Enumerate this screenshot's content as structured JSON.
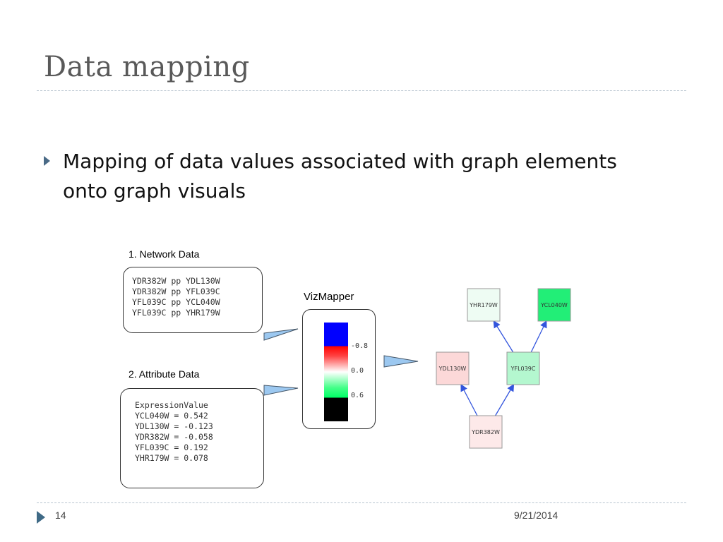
{
  "slide": {
    "title": "Data mapping",
    "bullet": "Mapping of data values associated with graph elements onto graph visuals",
    "page_number": "14",
    "date": "9/21/2014"
  },
  "figure": {
    "network_label": "1.   Network Data",
    "network_lines": [
      "YDR382W pp YDL130W",
      "YDR382W pp YFL039C",
      "YFL039C pp YCL040W",
      "YFL039C pp YHR179W"
    ],
    "attribute_label": "2.   Attribute Data",
    "attribute_lines": [
      "ExpressionValue",
      "YCL040W = 0.542",
      "YDL130W = -0.123",
      "YDR382W = -0.058",
      "YFL039C = 0.192",
      "YHR179W = 0.078"
    ],
    "vizmapper_label": "VizMapper",
    "colorbar_ticks": [
      "-0.8",
      "0.0",
      "0.6"
    ],
    "colors": {
      "blue": "#0000ff",
      "red": "#ff0000",
      "green": "#00ff66",
      "black": "#000000",
      "edge": "#3355dd",
      "arrow_fill": "#9cc8f0"
    },
    "nodes": [
      {
        "id": "YHR179W",
        "label": "YHR179W",
        "fill": "#eefcf3"
      },
      {
        "id": "YCL040W",
        "label": "YCL040W",
        "fill": "#22ee77"
      },
      {
        "id": "YDL130W",
        "label": "YDL130W",
        "fill": "#fcd8d8"
      },
      {
        "id": "YFL039C",
        "label": "YFL039C",
        "fill": "#b4f7cf"
      },
      {
        "id": "YDR382W",
        "label": "YDR382W",
        "fill": "#fde9e9"
      }
    ],
    "edges": [
      {
        "from": "YDR382W",
        "to": "YDL130W"
      },
      {
        "from": "YDR382W",
        "to": "YFL039C"
      },
      {
        "from": "YFL039C",
        "to": "YCL040W"
      },
      {
        "from": "YFL039C",
        "to": "YHR179W"
      }
    ]
  }
}
